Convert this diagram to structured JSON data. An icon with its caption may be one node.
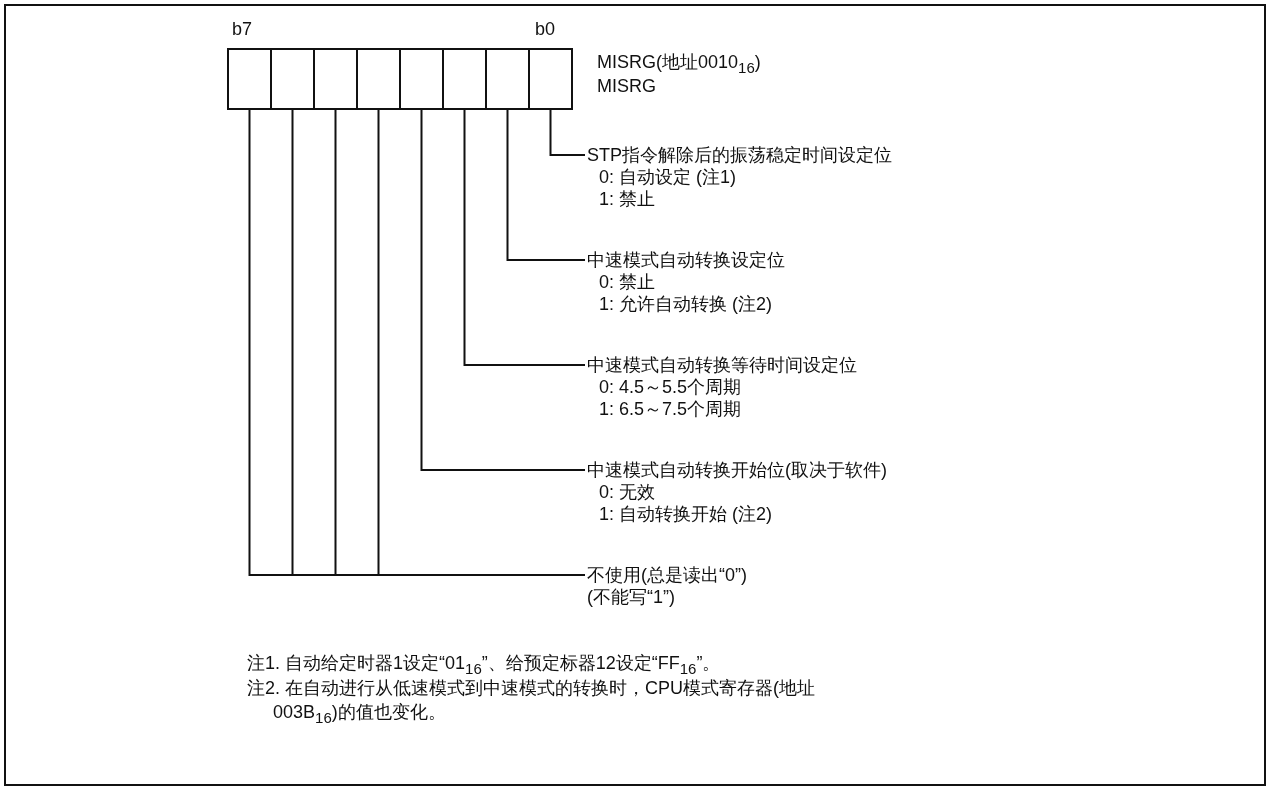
{
  "diagram": {
    "nodes": [
      {
        "text": [],
        "shape": "box"
      },
      {
        "text": [],
        "shape": "box"
      },
      {
        "text": [],
        "shape": "box"
      },
      {
        "text": [],
        "shape": "box"
      },
      {
        "text": [],
        "shape": "box"
      },
      {
        "text": [],
        "shape": "box"
      },
      {
        "text": [],
        "shape": "box"
      },
      {
        "text": [],
        "shape": "box"
      },
      {
        "text": [
          "STP指令解除后的振荡稳定时间设定位",
          "0: 自动设定 (注1)",
          "1: 禁止"
        ]
      },
      {
        "text": [
          "中速模式自动转换设定位",
          "0: 禁止",
          "1: 允许自动转换 (注2)"
        ]
      },
      {
        "text": [
          "中速模式自动转换等待时间设定位",
          "0: 4.5～5.5个周期",
          "1: 6.5～7.5个周期"
        ]
      },
      {
        "text": [
          "中速模式自动转换开始位(取决于软件)",
          "0: 无效",
          "1: 自动转换开始 (注2)"
        ]
      },
      {
        "text": [
          "不使用(总是读出“0”)",
          "(不能写“1”)"
        ]
      }
    ],
    "edges": [
      {
        "from": 7,
        "to": 8,
        "arrow": "none"
      },
      {
        "from": 6,
        "to": 9,
        "arrow": "none"
      },
      {
        "from": 5,
        "to": 10,
        "arrow": "none"
      },
      {
        "from": 4,
        "to": 11,
        "arrow": "none"
      },
      {
        "from": 0,
        "to": 12,
        "arrow": "none"
      },
      {
        "from": 1,
        "to": 12,
        "arrow": "none"
      },
      {
        "from": 2,
        "to": 12,
        "arrow": "none"
      },
      {
        "from": 3,
        "to": 12,
        "arrow": "none"
      }
    ],
    "labels": [
      "b7",
      "b0",
      "MISRG(地址0010$_{16}$)",
      "MISRG",
      "注1. 自动给定时器1设定“01$_{16}$”、给预定标器12设定“FF$_{16}$”。",
      "注2. 在自动进行从低速模式到中速模式的转换时，CPU模式寄存器(地址003B$_{16}$)的值也变化。"
    ]
  }
}
